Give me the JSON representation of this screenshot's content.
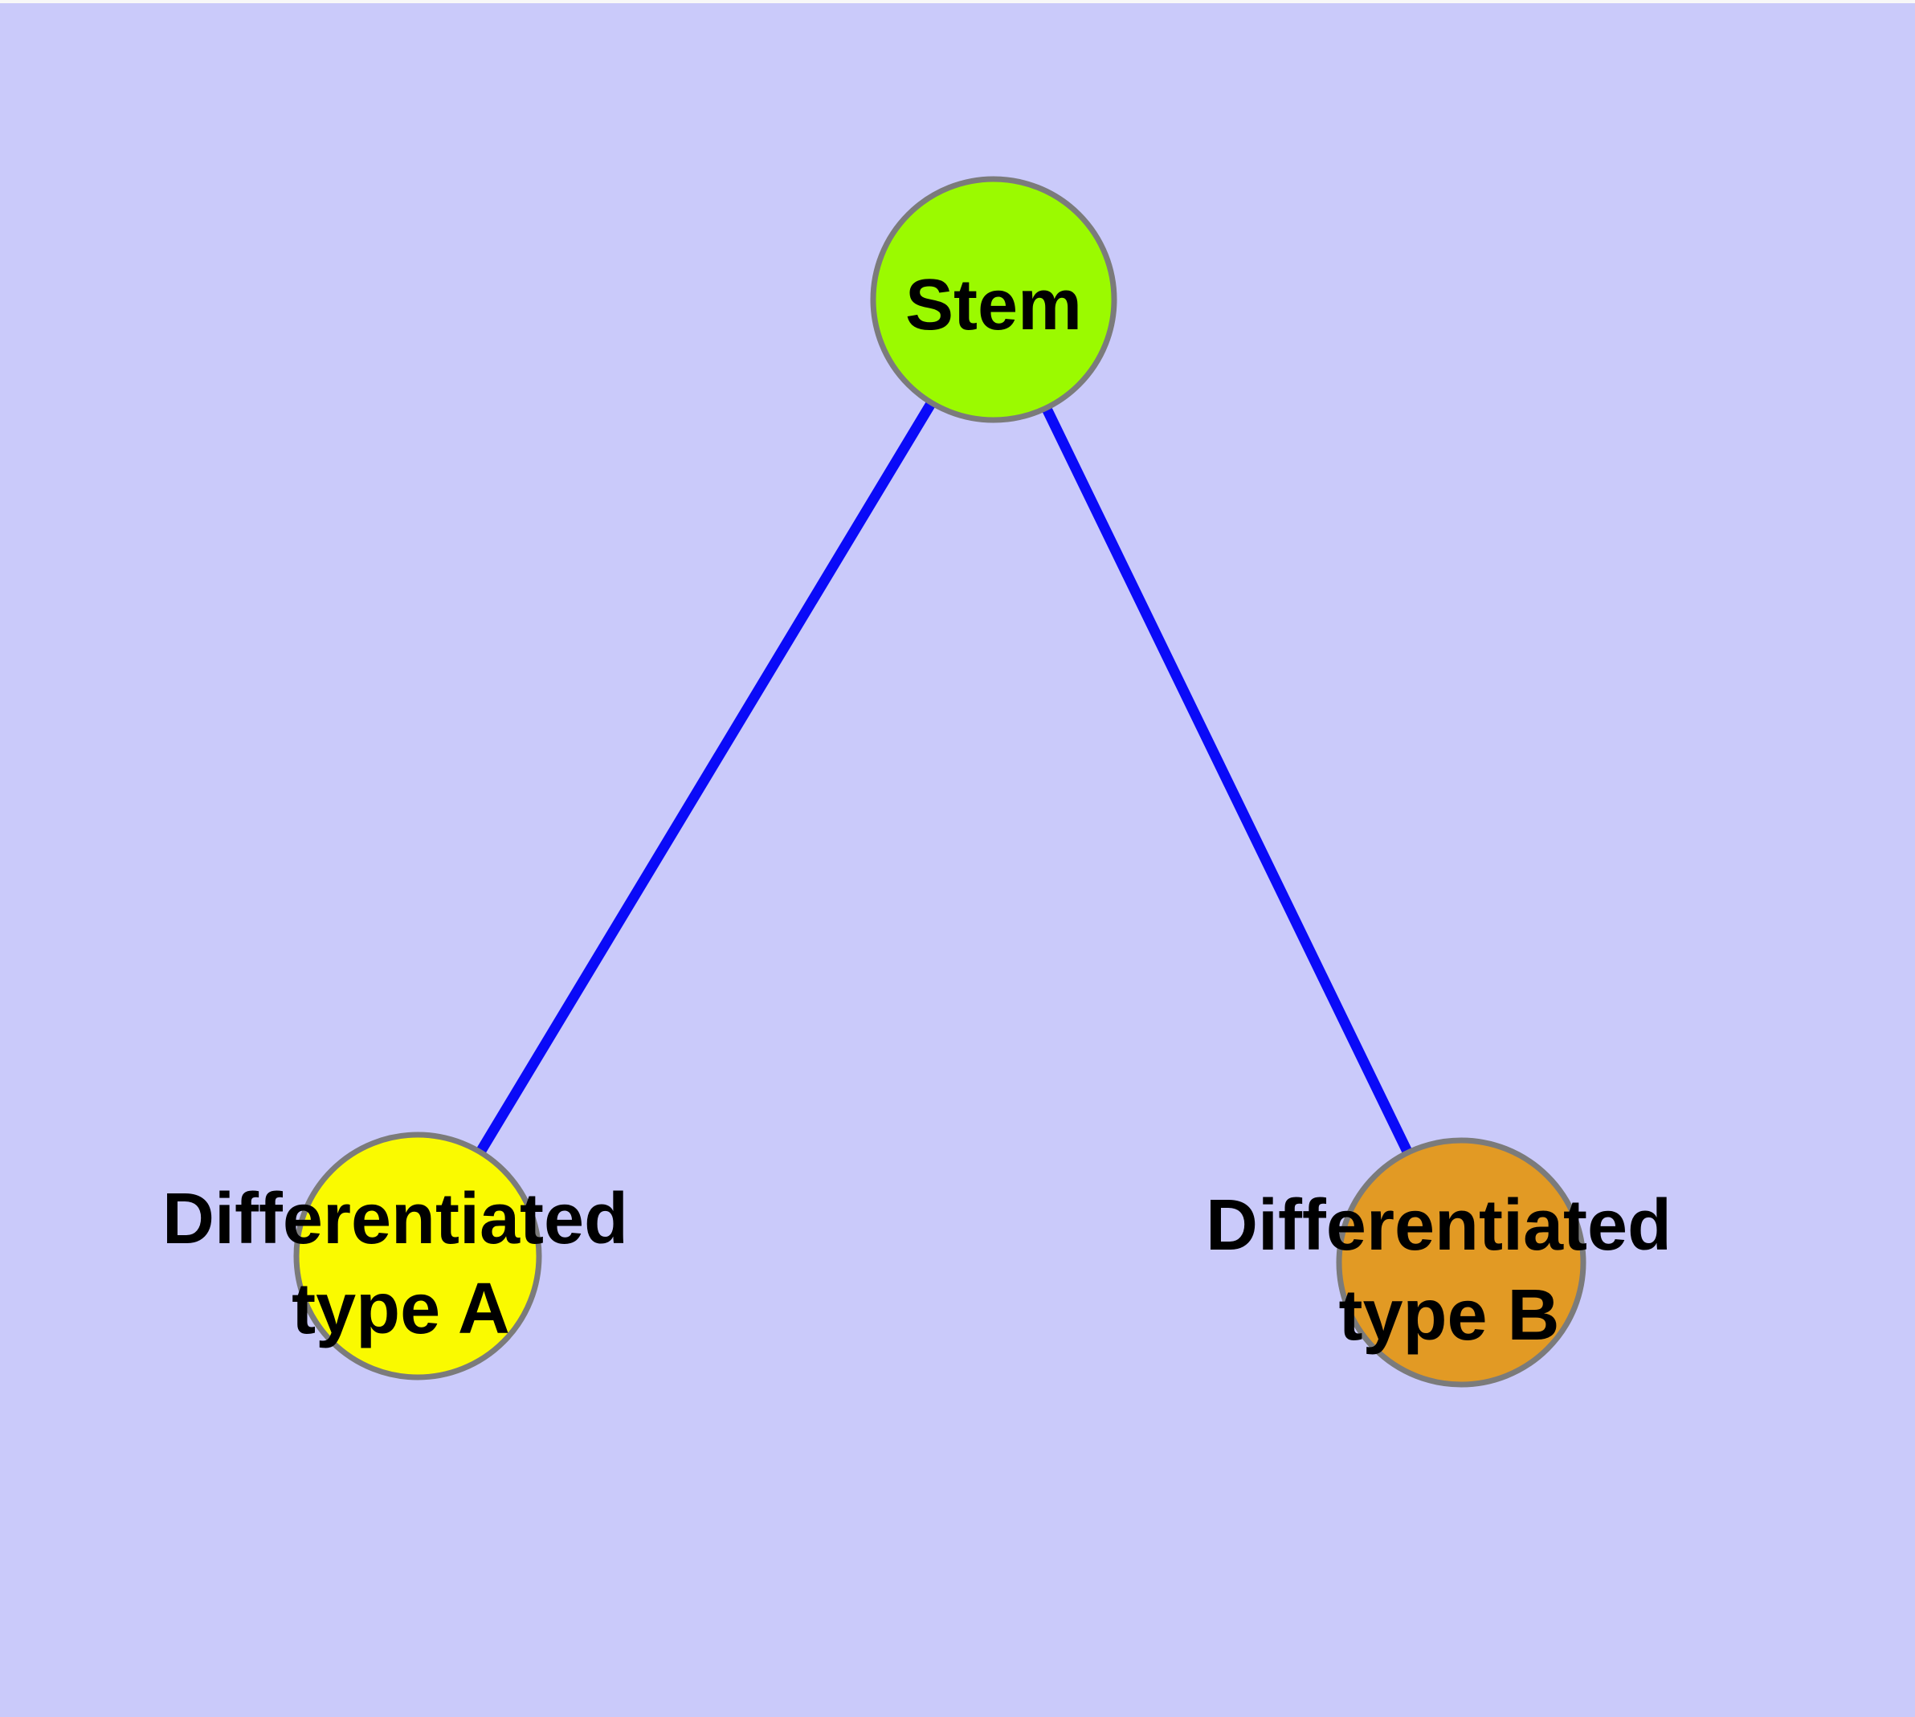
{
  "window": {
    "top_edge_color": "#F8F8F8"
  },
  "graph": {
    "background_color": "#CACAFA",
    "node_border_color": "#7B7B7B",
    "edge_color": "#0A0AF8",
    "label_color": "#000000",
    "nodes": [
      {
        "id": "stem",
        "label": "Stem",
        "lines": [
          "Stem"
        ],
        "color": "#9BFA00"
      },
      {
        "id": "differentiated-type-a",
        "label": "Differentiated type A",
        "lines": [
          "Differentiated",
          "type A"
        ],
        "color": "#FAFA00"
      },
      {
        "id": "differentiated-type-b",
        "label": "Differentiated type B",
        "lines": [
          "Differentiated",
          "type B"
        ],
        "color": "#E29A24"
      }
    ],
    "edges": [
      {
        "source": "stem",
        "target": "differentiated-type-a"
      },
      {
        "source": "stem",
        "target": "differentiated-type-b"
      }
    ]
  }
}
